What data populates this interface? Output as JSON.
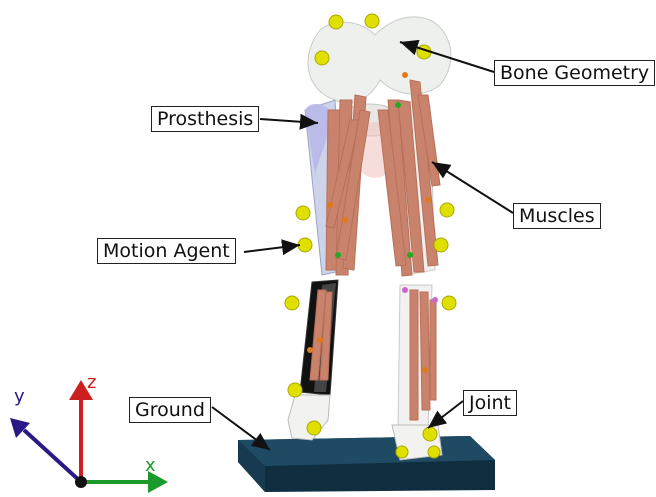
{
  "labels": {
    "bone_geometry": "Bone Geometry",
    "prosthesis": "Prosthesis",
    "muscles": "Muscles",
    "motion_agent": "Motion Agent",
    "ground": "Ground",
    "joint": "Joint"
  },
  "axes": {
    "x": "x",
    "y": "y",
    "z": "z"
  },
  "colors": {
    "muscle": "#c9826c",
    "marker": "#e0e000",
    "bone": "#eef0ee",
    "ground": "#1f4a63",
    "prosthesis": "#b8b8e8",
    "axis_x": "#1a9a2a",
    "axis_y": "#2a1a88",
    "axis_z": "#cc1f1f"
  }
}
